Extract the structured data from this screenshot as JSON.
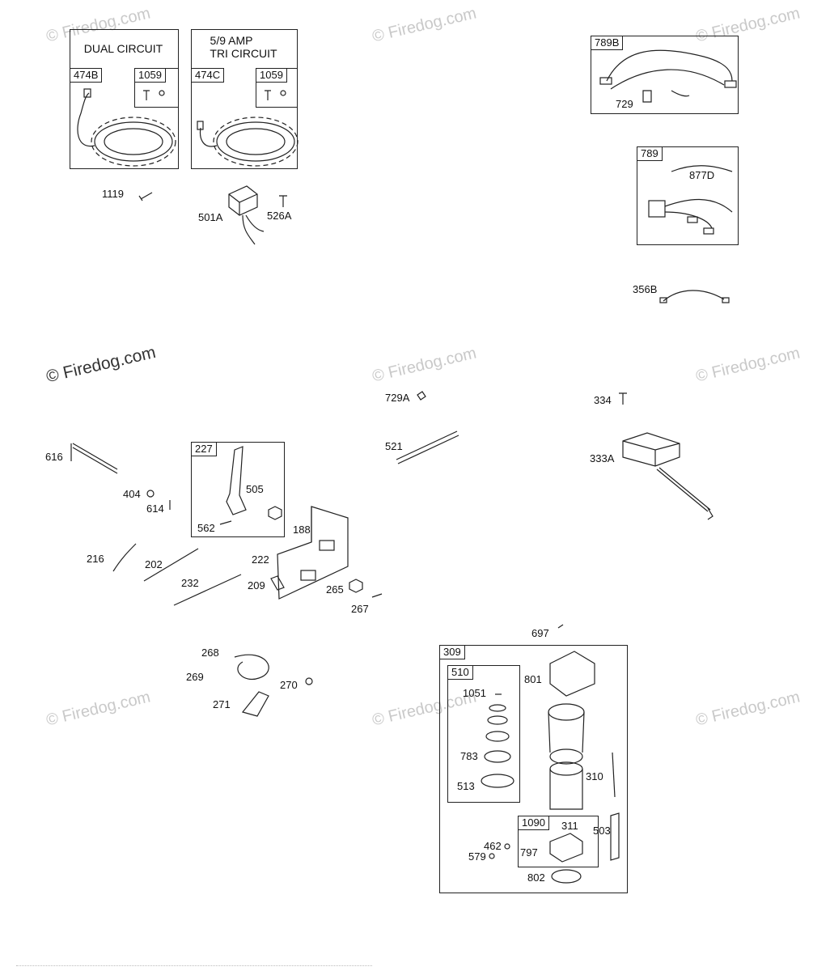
{
  "watermarks": {
    "text": "© Firedog.com",
    "main_text": "© Firedog.com"
  },
  "boxes": {
    "dual_circuit": {
      "title": "DUAL CIRCUIT",
      "part": "474B",
      "kit": "1059"
    },
    "tri_circuit": {
      "title_line1": "5/9 AMP",
      "title_line2": "TRI CIRCUIT",
      "part": "474C",
      "kit": "1059"
    },
    "b789B": {
      "tag": "789B"
    },
    "b789": {
      "tag": "789"
    },
    "b227": {
      "tag": "227"
    },
    "b309": {
      "tag": "309"
    },
    "b510": {
      "tag": "510"
    },
    "b1090": {
      "tag": "1090"
    }
  },
  "labels": {
    "l1119": "1119",
    "l501A": "501A",
    "l526A": "526A",
    "l729": "729",
    "l877D": "877D",
    "l356B": "356B",
    "l729A": "729A",
    "l334": "334",
    "l521": "521",
    "l333A": "333A",
    "l616": "616",
    "l404": "404",
    "l614": "614",
    "l505": "505",
    "l562": "562",
    "l188": "188",
    "l216": "216",
    "l202": "202",
    "l222": "222",
    "l232": "232",
    "l209": "209",
    "l265": "265",
    "l267": "267",
    "l268": "268",
    "l269": "269",
    "l270": "270",
    "l271": "271",
    "l697": "697",
    "l801": "801",
    "l1051": "1051",
    "l783": "783",
    "l513": "513",
    "l310": "310",
    "l503": "503",
    "l311": "311",
    "l462": "462",
    "l579": "579",
    "l797": "797",
    "l802": "802"
  }
}
